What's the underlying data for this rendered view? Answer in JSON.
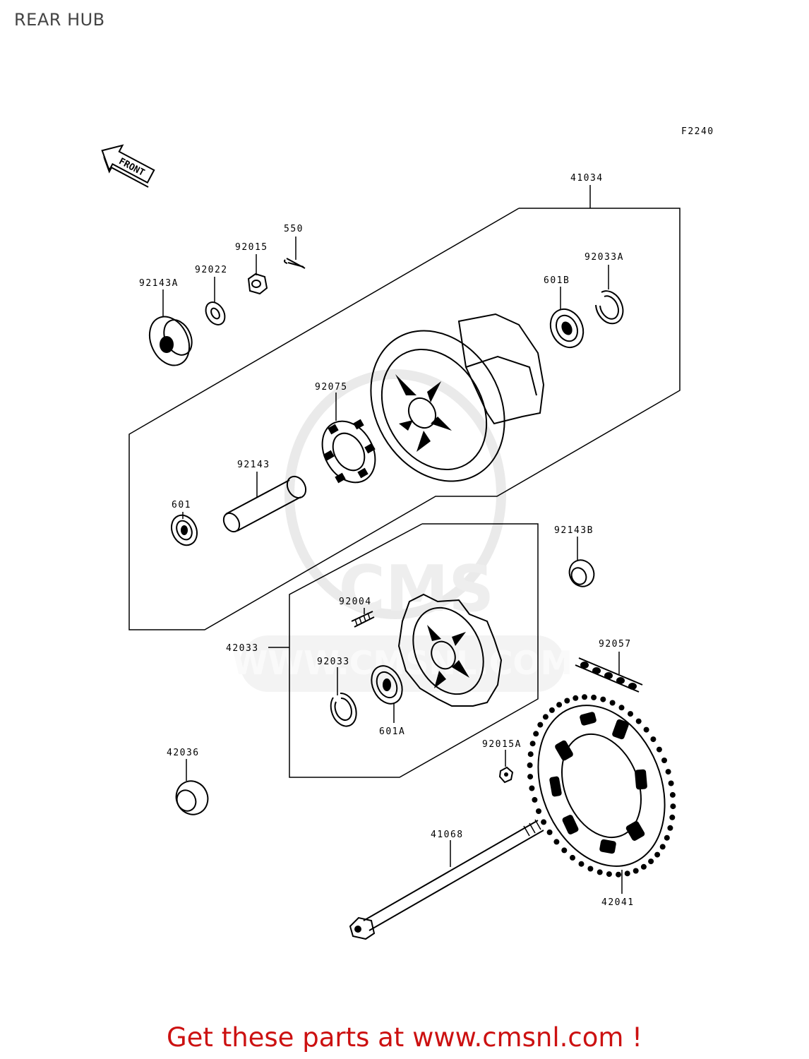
{
  "page": {
    "title": "REAR HUB",
    "figure_code": "F2240",
    "direction_label": "FRONT",
    "watermark_text": "WWW.CMSNL.COM",
    "watermark_logo": "CMS",
    "footer": "Get these parts at www.cmsnl.com !"
  },
  "callouts": {
    "p41034": "41034",
    "p550": "550",
    "p92015": "92015",
    "p92022": "92022",
    "p92143A": "92143A",
    "p92033A": "92033A",
    "p601B": "601B",
    "p92075": "92075",
    "p92143": "92143",
    "p601": "601",
    "p92143B": "92143B",
    "p92004": "92004",
    "p42033": "42033",
    "p92033": "92033",
    "p601A": "601A",
    "p92057": "92057",
    "p92015A": "92015A",
    "p42036": "42036",
    "p41068": "41068",
    "p42041": "42041"
  },
  "colors": {
    "footer": "#cc1111",
    "linework": "#000000",
    "watermark": "#e6e6e6"
  }
}
